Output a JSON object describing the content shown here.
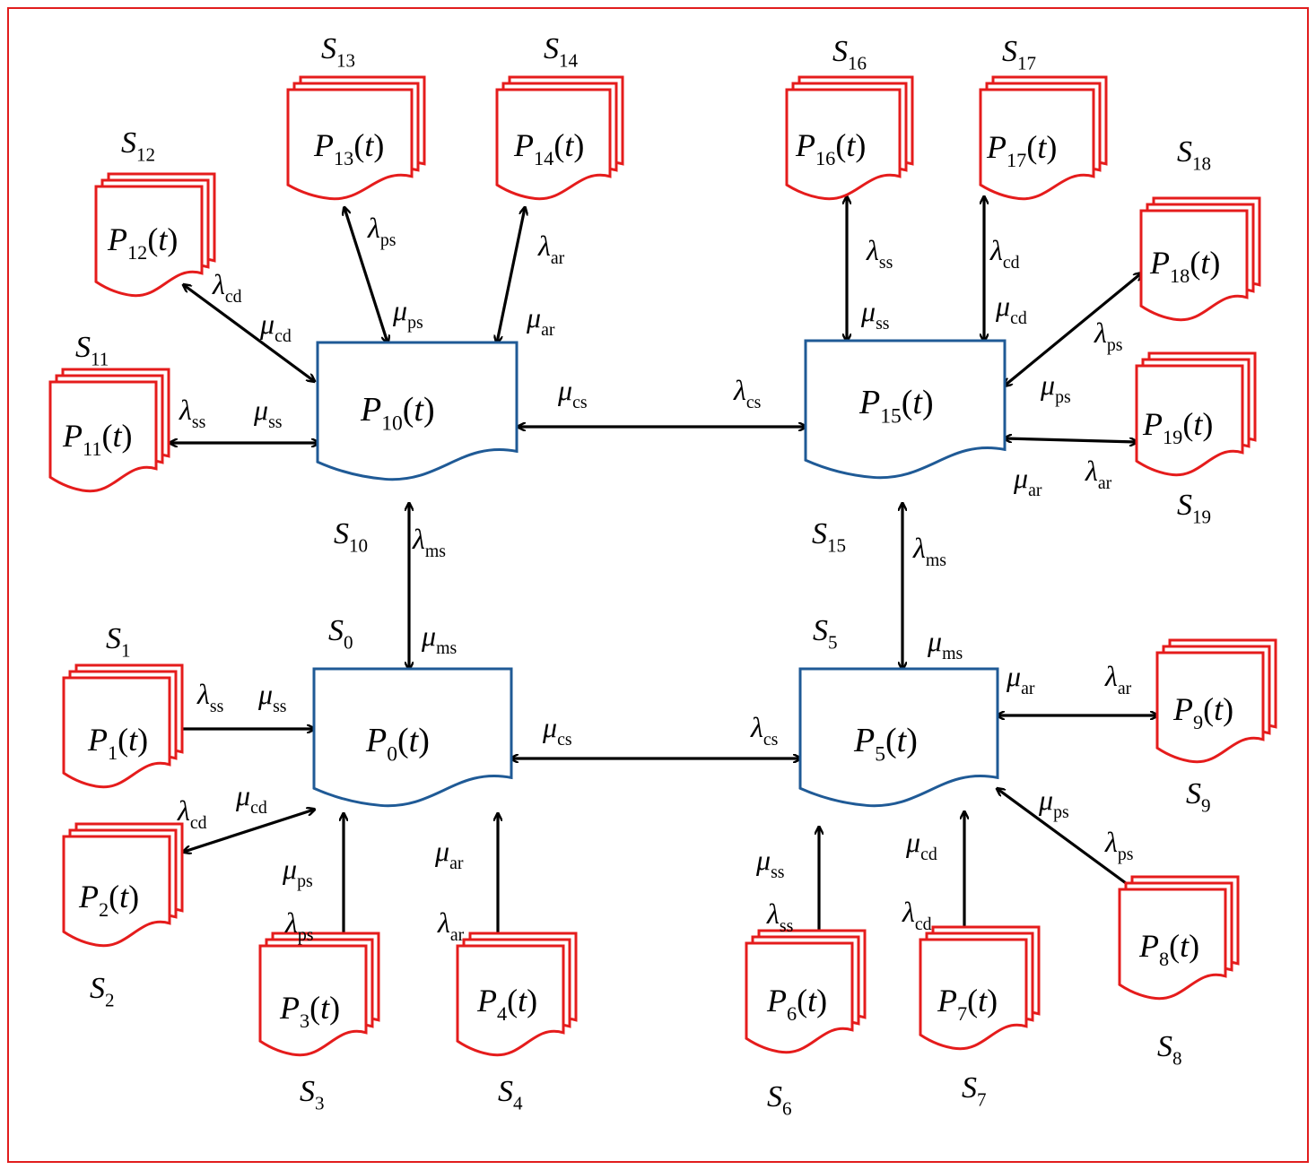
{
  "colors": {
    "frame": "#e11d1d",
    "main_doc": "#1f5a96",
    "sub_doc": "#e51c1c",
    "arrow": "#000000"
  },
  "main_nodes": [
    {
      "id": "n10",
      "state": "S",
      "state_sub": "10",
      "prob": "P",
      "prob_sub": "10",
      "arg": "(t)"
    },
    {
      "id": "n15",
      "state": "S",
      "state_sub": "15",
      "prob": "P",
      "prob_sub": "15",
      "arg": "(t)"
    },
    {
      "id": "n0",
      "state": "S",
      "state_sub": "0",
      "prob": "P",
      "prob_sub": "0",
      "arg": "(t)"
    },
    {
      "id": "n5",
      "state": "S",
      "state_sub": "5",
      "prob": "P",
      "prob_sub": "5",
      "arg": "(t)"
    }
  ],
  "sub_nodes": [
    {
      "id": "n11",
      "state": "S",
      "state_sub": "11",
      "prob": "P",
      "prob_sub": "11",
      "arg": "(t)"
    },
    {
      "id": "n12",
      "state": "S",
      "state_sub": "12",
      "prob": "P",
      "prob_sub": "12",
      "arg": "(t)"
    },
    {
      "id": "n13",
      "state": "S",
      "state_sub": "13",
      "prob": "P",
      "prob_sub": "13",
      "arg": "(t)"
    },
    {
      "id": "n14",
      "state": "S",
      "state_sub": "14",
      "prob": "P",
      "prob_sub": "14",
      "arg": "(t)"
    },
    {
      "id": "n16",
      "state": "S",
      "state_sub": "16",
      "prob": "P",
      "prob_sub": "16",
      "arg": "(t)"
    },
    {
      "id": "n17",
      "state": "S",
      "state_sub": "17",
      "prob": "P",
      "prob_sub": "17",
      "arg": "(t)"
    },
    {
      "id": "n18",
      "state": "S",
      "state_sub": "18",
      "prob": "P",
      "prob_sub": "18",
      "arg": "(t)"
    },
    {
      "id": "n19",
      "state": "S",
      "state_sub": "19",
      "prob": "P",
      "prob_sub": "19",
      "arg": "(t)"
    },
    {
      "id": "n1",
      "state": "S",
      "state_sub": "1",
      "prob": "P",
      "prob_sub": "1",
      "arg": "(t)"
    },
    {
      "id": "n2",
      "state": "S",
      "state_sub": "2",
      "prob": "P",
      "prob_sub": "2",
      "arg": "(t)"
    },
    {
      "id": "n3",
      "state": "S",
      "state_sub": "3",
      "prob": "P",
      "prob_sub": "3",
      "arg": "(t)"
    },
    {
      "id": "n4",
      "state": "S",
      "state_sub": "4",
      "prob": "P",
      "prob_sub": "4",
      "arg": "(t)"
    },
    {
      "id": "n6",
      "state": "S",
      "state_sub": "6",
      "prob": "P",
      "prob_sub": "6",
      "arg": "(t)"
    },
    {
      "id": "n7",
      "state": "S",
      "state_sub": "7",
      "prob": "P",
      "prob_sub": "7",
      "arg": "(t)"
    },
    {
      "id": "n8",
      "state": "S",
      "state_sub": "8",
      "prob": "P",
      "prob_sub": "8",
      "arg": "(t)"
    },
    {
      "id": "n9",
      "state": "S",
      "state_sub": "9",
      "prob": "P",
      "prob_sub": "9",
      "arg": "(t)"
    }
  ],
  "edges": [
    {
      "from": "n10",
      "to": "n11",
      "lambda": "ss",
      "mu": "ss"
    },
    {
      "from": "n10",
      "to": "n12",
      "lambda": "cd",
      "mu": "cd"
    },
    {
      "from": "n10",
      "to": "n13",
      "lambda": "ps",
      "mu": "ps"
    },
    {
      "from": "n10",
      "to": "n14",
      "lambda": "ar",
      "mu": "ar"
    },
    {
      "from": "n10",
      "to": "n15",
      "lambda": "cs",
      "mu": "cs"
    },
    {
      "from": "n10",
      "to": "n0",
      "lambda": "ms",
      "mu": "ms"
    },
    {
      "from": "n15",
      "to": "n16",
      "lambda": "ss",
      "mu": "ss"
    },
    {
      "from": "n15",
      "to": "n17",
      "lambda": "cd",
      "mu": "cd"
    },
    {
      "from": "n15",
      "to": "n18",
      "lambda": "ps",
      "mu": "ps"
    },
    {
      "from": "n15",
      "to": "n19",
      "lambda": "ar",
      "mu": "ar"
    },
    {
      "from": "n15",
      "to": "n5",
      "lambda": "ms",
      "mu": "ms"
    },
    {
      "from": "n0",
      "to": "n1",
      "lambda": "ss",
      "mu": "ss"
    },
    {
      "from": "n0",
      "to": "n2",
      "lambda": "cd",
      "mu": "cd"
    },
    {
      "from": "n0",
      "to": "n3",
      "lambda": "ps",
      "mu": "ps"
    },
    {
      "from": "n0",
      "to": "n4",
      "lambda": "ar",
      "mu": "ar"
    },
    {
      "from": "n0",
      "to": "n5",
      "lambda": "cs",
      "mu": "cs"
    },
    {
      "from": "n5",
      "to": "n6",
      "lambda": "ss",
      "mu": "ss"
    },
    {
      "from": "n5",
      "to": "n7",
      "lambda": "cd",
      "mu": "cd"
    },
    {
      "from": "n5",
      "to": "n8",
      "lambda": "ps",
      "mu": "ps"
    },
    {
      "from": "n5",
      "to": "n9",
      "lambda": "ar",
      "mu": "ar"
    }
  ],
  "greek": {
    "lambda": "λ",
    "mu": "μ"
  }
}
